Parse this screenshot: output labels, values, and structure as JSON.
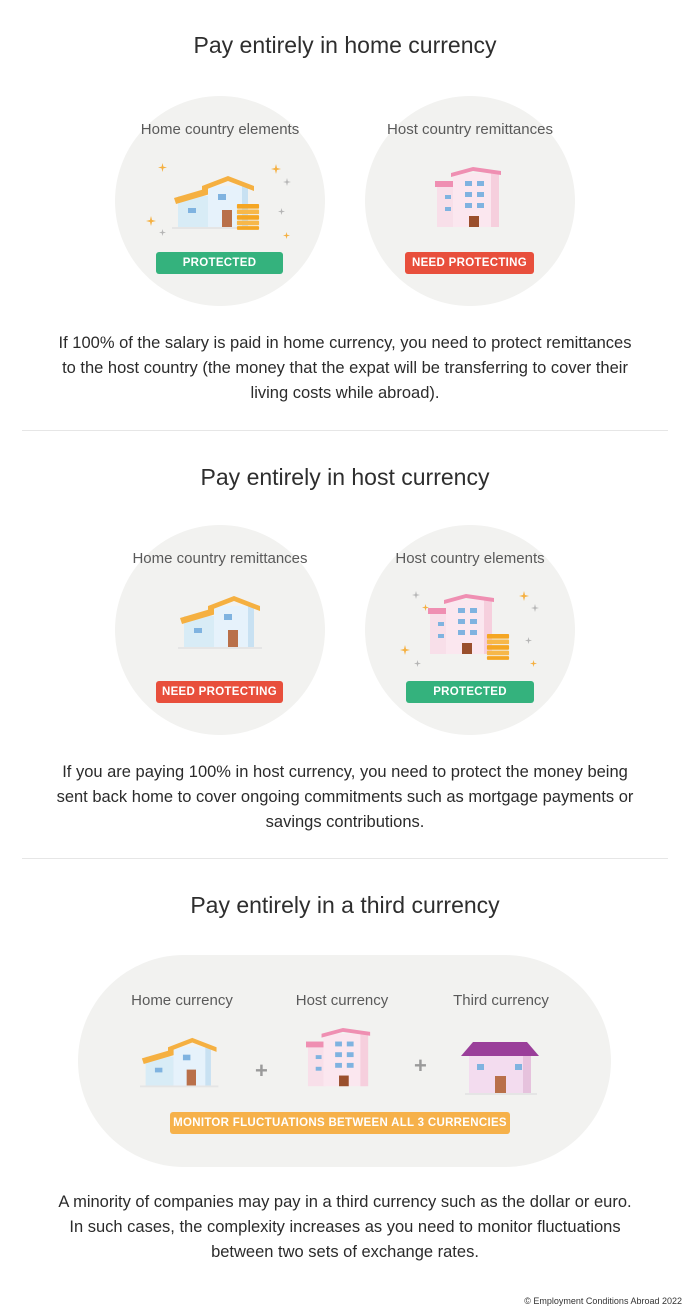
{
  "sections": [
    {
      "title": "Pay entirely in home currency",
      "left_label": "Home country elements",
      "left_badge": "PROTECTED",
      "right_label": "Host country remittances",
      "right_badge": "NEED PROTECTING",
      "text": "If 100% of the salary is paid in home currency, you need to protect remittances to the host country (the money that the expat will be transferring to cover their living costs while abroad)."
    },
    {
      "title": "Pay entirely in host currency",
      "left_label": "Home country remittances",
      "left_badge": "NEED PROTECTING",
      "right_label": "Host country elements",
      "right_badge": "PROTECTED",
      "text": "If you are paying 100% in host currency, you need to protect the money being sent back home to cover ongoing commitments such as mortgage payments or savings contributions."
    },
    {
      "title": "Pay entirely in a third currency",
      "labels": [
        "Home currency",
        "Host currency",
        "Third currency"
      ],
      "plus": "+",
      "badge": "MONITOR FLUCTUATIONS BETWEEN ALL 3 CURRENCIES",
      "text": "A minority of companies may pay in a third currency such as the dollar or euro. In such cases, the complexity increases as you need to monitor fluctuations between two sets of exchange rates."
    }
  ],
  "footer": "© Employment Conditions Abroad 2022",
  "colors": {
    "protected": "#34b27d",
    "need_protecting": "#e84f3c",
    "monitor": "#f6b14a",
    "circle_bg": "#f2f2f0"
  },
  "icons": {
    "home": "home-house-icon",
    "host": "host-building-icon",
    "third": "third-house-icon",
    "coins": "coin-stack-icon",
    "sparkle": "sparkle-icon"
  }
}
